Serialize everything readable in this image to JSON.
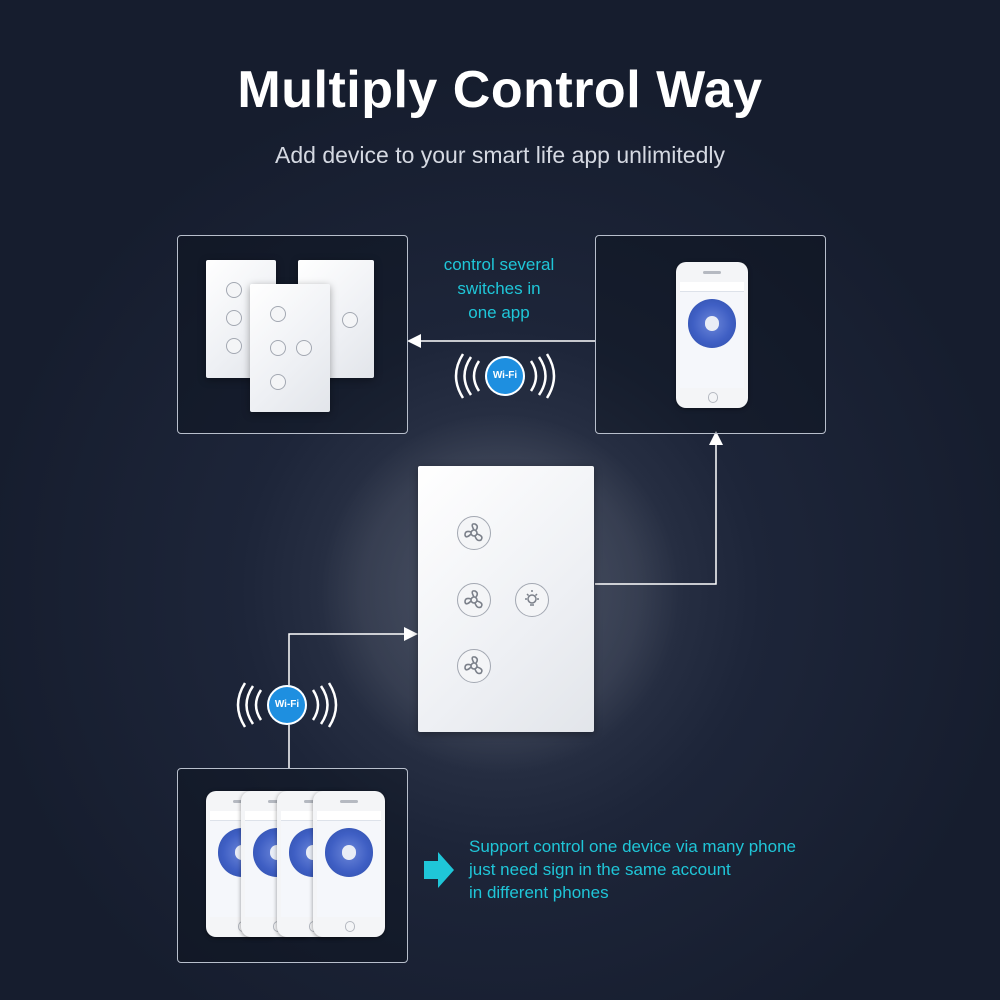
{
  "header": {
    "title": "Multiply Control Way",
    "subtitle": "Add device to your smart life app unlimitedly"
  },
  "notes": {
    "several_switches": [
      "control several",
      "switches in",
      "one app"
    ],
    "many_phones": [
      "Support control one device via many phone",
      "just need sign in the same account",
      "in different phones"
    ]
  },
  "wifi_badge_label": "Wi-Fi",
  "colors": {
    "background": "#1a2236",
    "accent": "#1fc6d8",
    "wifi_badge": "#1e8fe0",
    "panel_border": "#b8bfcc",
    "app_screen": "#3f5fc4"
  },
  "icons": {
    "switch_buttons": [
      "fan-icon",
      "fan-icon",
      "light-icon",
      "fan-icon"
    ],
    "arrow": "triangle-arrow-icon"
  }
}
